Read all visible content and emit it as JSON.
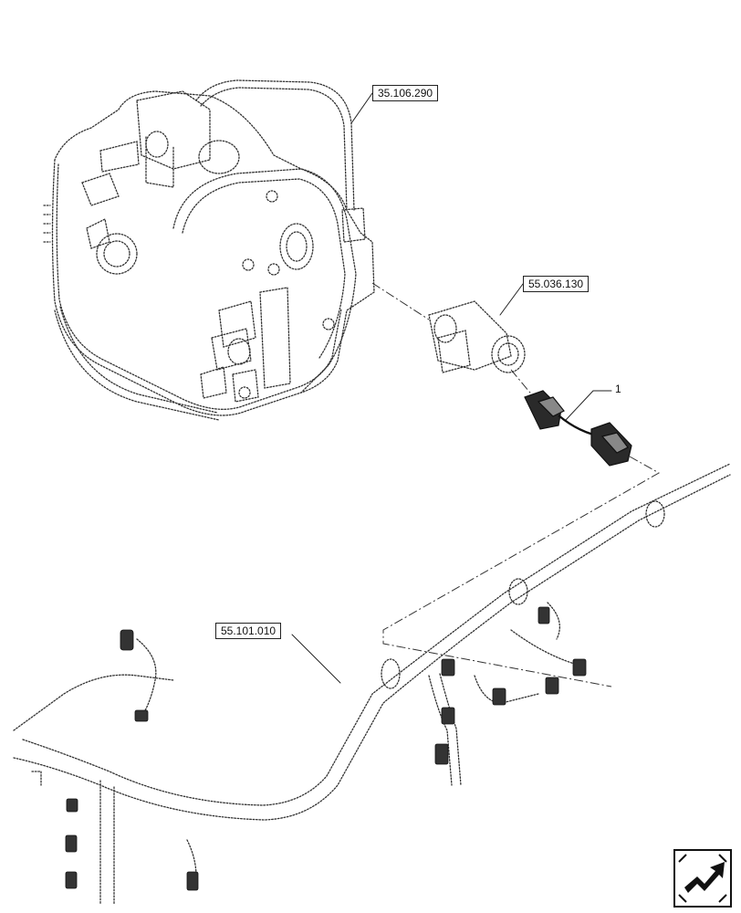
{
  "references": {
    "ref_1": "35.106.290",
    "ref_2": "55.036.130",
    "ref_3": "55.101.010"
  },
  "callouts": {
    "item_1": "1"
  },
  "icons": {
    "navigation": "next-page-arrow-icon"
  },
  "colors": {
    "line": "#222222",
    "connector": "#111111",
    "background": "#ffffff"
  }
}
